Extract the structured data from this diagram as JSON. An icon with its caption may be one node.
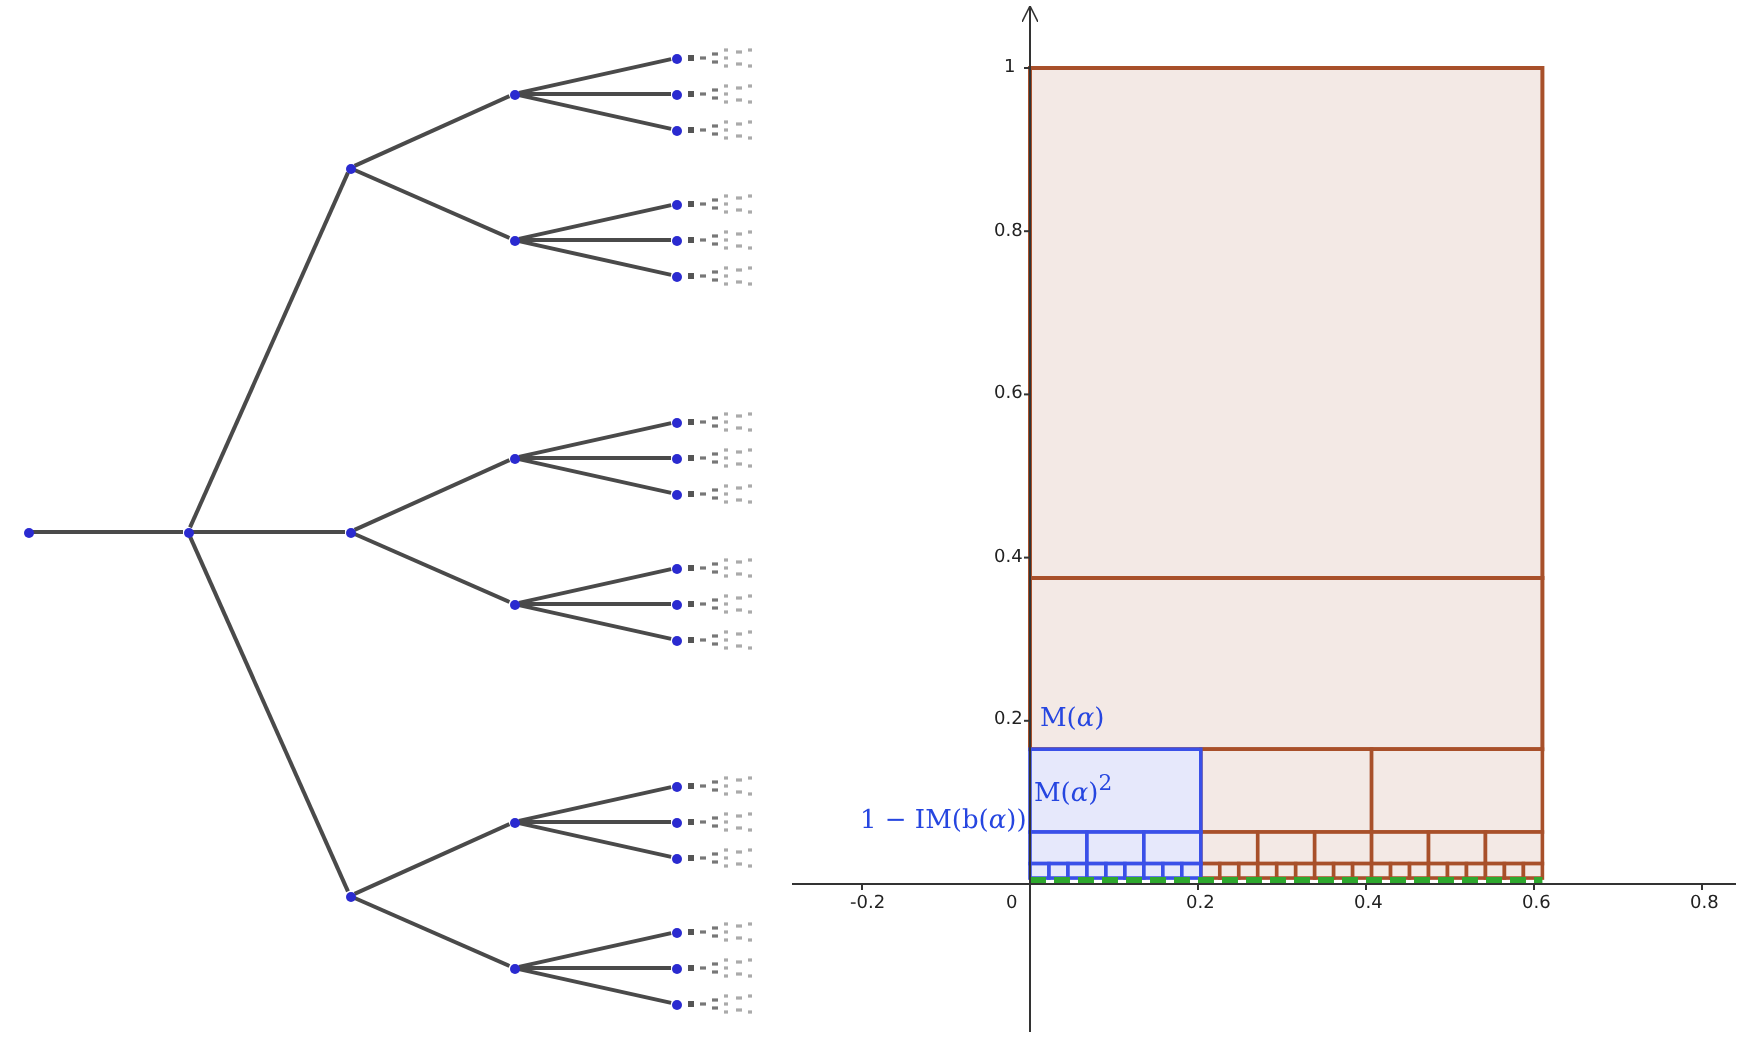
{
  "diagram": {
    "nodes": [
      {
        "text": [],
        "shape": "circle"
      },
      {
        "text": [],
        "shape": "circle"
      },
      {
        "text": [],
        "shape": "circle"
      },
      {
        "text": [],
        "shape": "circle"
      },
      {
        "text": [],
        "shape": "circle"
      },
      {
        "text": [],
        "shape": "circle"
      },
      {
        "text": [],
        "shape": "circle"
      },
      {
        "text": [],
        "shape": "circle"
      },
      {
        "text": [],
        "shape": "circle"
      },
      {
        "text": [],
        "shape": "circle"
      },
      {
        "text": [],
        "shape": "circle"
      },
      {
        "text": [],
        "shape": "circle"
      },
      {
        "text": [],
        "shape": "circle"
      },
      {
        "text": [],
        "shape": "circle"
      },
      {
        "text": [],
        "shape": "circle"
      },
      {
        "text": [],
        "shape": "circle"
      },
      {
        "text": [],
        "shape": "circle"
      },
      {
        "text": [],
        "shape": "circle"
      },
      {
        "text": [],
        "shape": "circle"
      },
      {
        "text": [],
        "shape": "circle"
      },
      {
        "text": [],
        "shape": "circle"
      },
      {
        "text": [],
        "shape": "circle"
      },
      {
        "text": [],
        "shape": "circle"
      },
      {
        "text": [],
        "shape": "circle"
      },
      {
        "text": [],
        "shape": "circle"
      },
      {
        "text": [],
        "shape": "circle"
      },
      {
        "text": [],
        "shape": "circle"
      },
      {
        "text": [],
        "shape": "circle"
      },
      {
        "text": [],
        "shape": "circle"
      }
    ],
    "edges": [
      {
        "from": 0,
        "to": 1,
        "arrow": "none"
      },
      {
        "from": 1,
        "to": 2,
        "arrow": "none"
      },
      {
        "from": 1,
        "to": 3,
        "arrow": "none"
      },
      {
        "from": 1,
        "to": 4,
        "arrow": "none"
      },
      {
        "from": 2,
        "to": 5,
        "arrow": "none"
      },
      {
        "from": 2,
        "to": 6,
        "arrow": "none"
      },
      {
        "from": 3,
        "to": 7,
        "arrow": "none"
      },
      {
        "from": 3,
        "to": 8,
        "arrow": "none"
      },
      {
        "from": 4,
        "to": 9,
        "arrow": "none"
      },
      {
        "from": 4,
        "to": 10,
        "arrow": "none"
      },
      {
        "from": 5,
        "to": 11,
        "arrow": "none"
      },
      {
        "from": 5,
        "to": 12,
        "arrow": "none"
      },
      {
        "from": 5,
        "to": 13,
        "arrow": "none"
      },
      {
        "from": 6,
        "to": 14,
        "arrow": "none"
      },
      {
        "from": 6,
        "to": 15,
        "arrow": "none"
      },
      {
        "from": 6,
        "to": 16,
        "arrow": "none"
      },
      {
        "from": 7,
        "to": 17,
        "arrow": "none"
      },
      {
        "from": 7,
        "to": 18,
        "arrow": "none"
      },
      {
        "from": 7,
        "to": 19,
        "arrow": "none"
      },
      {
        "from": 8,
        "to": 20,
        "arrow": "none"
      },
      {
        "from": 8,
        "to": 21,
        "arrow": "none"
      },
      {
        "from": 8,
        "to": 22,
        "arrow": "none"
      },
      {
        "from": 9,
        "to": 23,
        "arrow": "none"
      },
      {
        "from": 9,
        "to": 24,
        "arrow": "none"
      },
      {
        "from": 9,
        "to": 25,
        "arrow": "none"
      },
      {
        "from": 10,
        "to": 26,
        "arrow": "none"
      },
      {
        "from": 10,
        "to": 27,
        "arrow": "none"
      },
      {
        "from": 10,
        "to": 28,
        "arrow": "none"
      }
    ],
    "labels": [
      "1",
      "0.8",
      "0.6",
      "0.4",
      "0.2",
      "M(*α*)",
      "M(*α*)$^{2}$",
      "1 − IM(b(*α*))",
      "-0.2",
      "0",
      "0.2",
      "0.4",
      "0.6",
      "0.8"
    ]
  }
}
